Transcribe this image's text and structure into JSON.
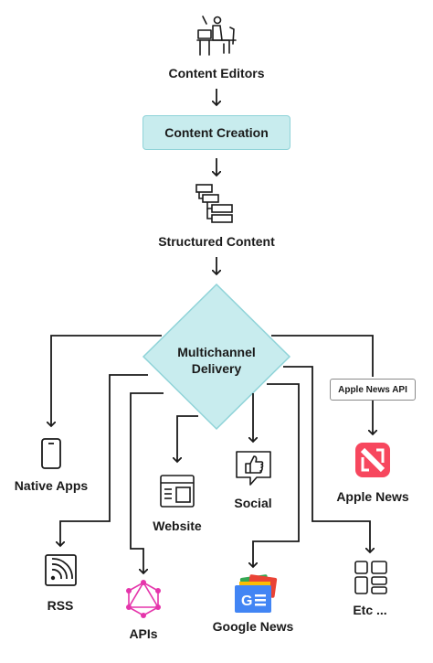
{
  "nodes": {
    "content_editors": "Content Editors",
    "content_creation": "Content Creation",
    "structured_content": "Structured Content",
    "multichannel_line1": "Multichannel",
    "multichannel_line2": "Delivery",
    "native_apps": "Native Apps",
    "website": "Website",
    "social": "Social",
    "apple_news_api": "Apple News API",
    "apple_news": "Apple News",
    "rss": "RSS",
    "apis": "APIs",
    "google_news": "Google News",
    "etc": "Etc ..."
  },
  "icons": {
    "editor": "person-at-desk-icon",
    "structure": "structure-blocks-icon",
    "native_apps": "smartphone-icon",
    "website": "webpage-icon",
    "social": "thumbs-up-speech-bubble-icon",
    "apple_news": "apple-news-logo",
    "rss": "rss-icon",
    "apis": "graphql-icon",
    "google_news": "google-news-logo",
    "etc": "grid-icon"
  },
  "colors": {
    "accent_fill": "#c8ecee",
    "accent_stroke": "#8fd3d8",
    "line": "#1a1a1a",
    "apple_news_red": "#f7475e",
    "graphql_pink": "#e535ab",
    "google_blue": "#4285f4",
    "google_red": "#ea4335",
    "google_yellow": "#fbbc04",
    "google_green": "#34a853"
  }
}
